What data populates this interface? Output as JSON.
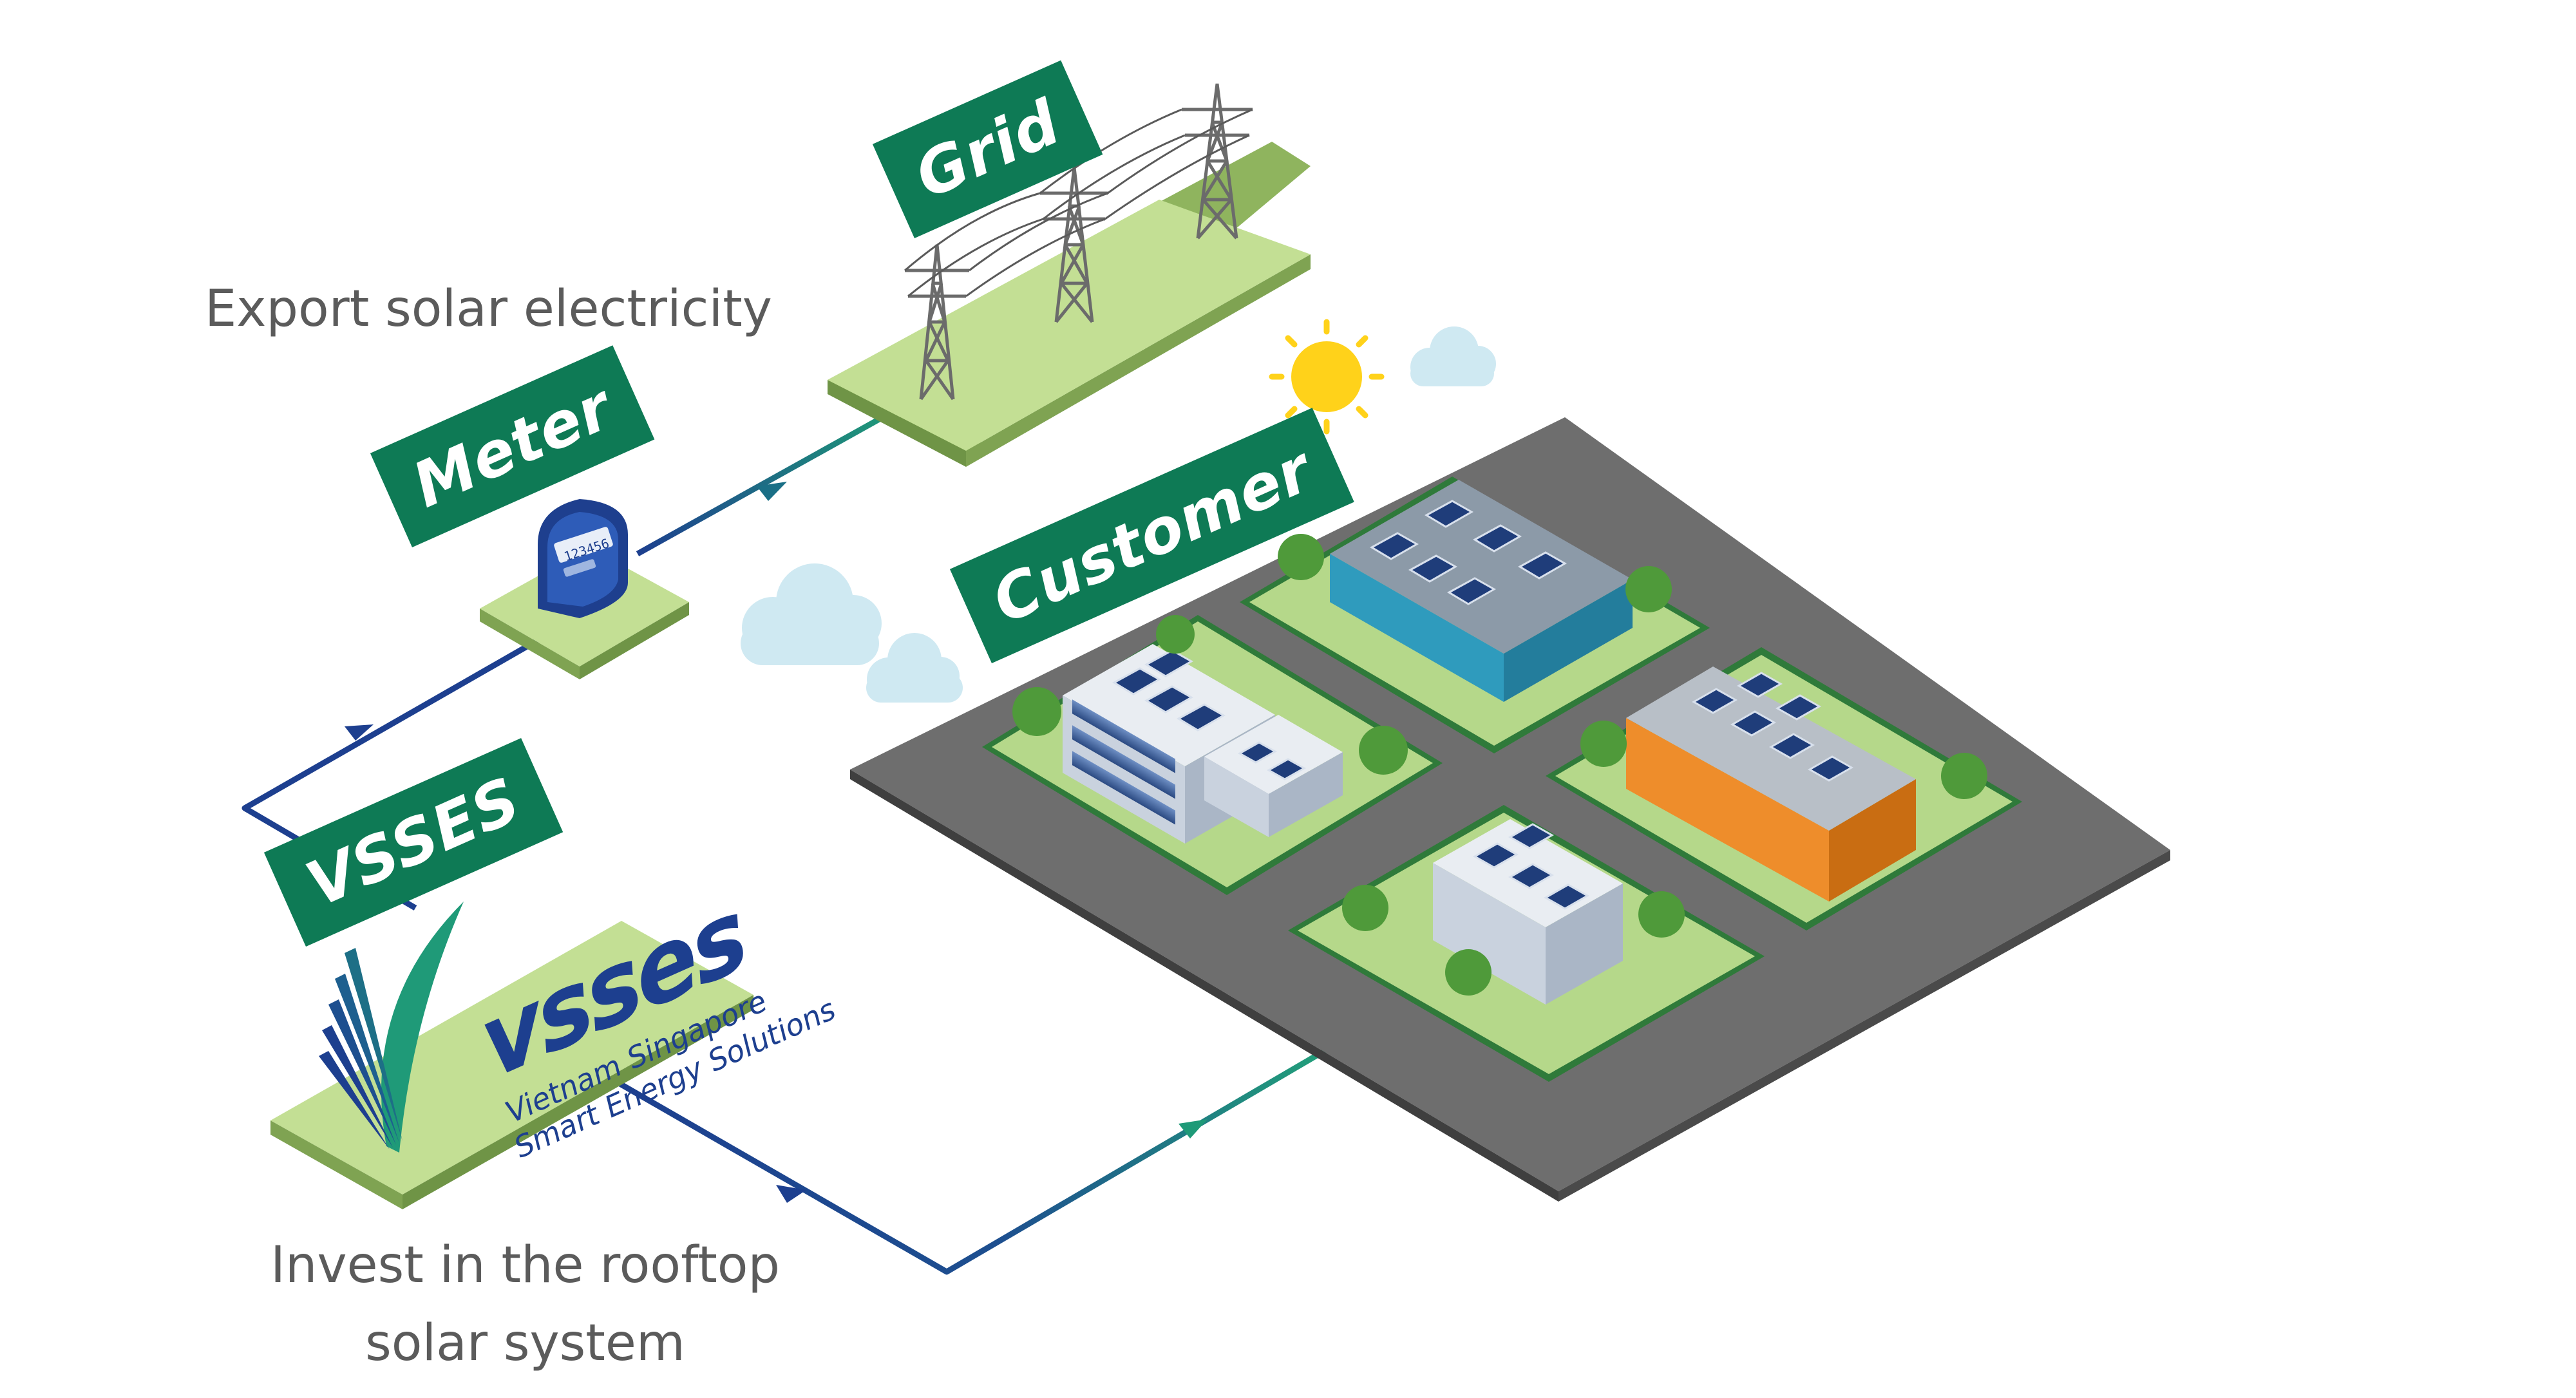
{
  "labels": {
    "grid": "Grid",
    "meter": "Meter",
    "customer": "Customer",
    "vsses": "VSSES"
  },
  "captions": {
    "export": "Export solar electricity",
    "invest_line1": "Invest in the rooftop",
    "invest_line2": "solar system"
  },
  "logo": {
    "brand": "vsses",
    "tagline_line1": "Vietnam Singapore",
    "tagline_line2": "Smart Energy Solutions"
  },
  "meter_display": "123456",
  "colors": {
    "tag_green": "#0e7a55",
    "platform_green": "#b9d98c",
    "road_gray": "#6b6b6b",
    "flow_blue": "#1d3f8f",
    "flow_teal": "#1f9a78",
    "caption_gray": "#5b5b5b",
    "sun_yellow": "#ffd21a",
    "cloud_blue": "#cfe9f2"
  }
}
